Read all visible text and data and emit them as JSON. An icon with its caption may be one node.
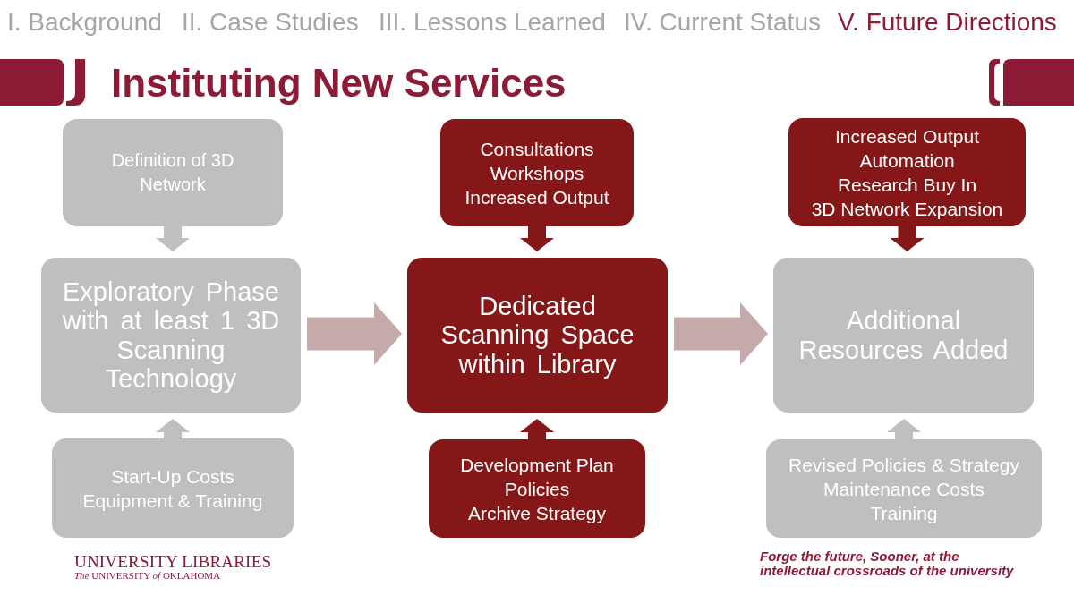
{
  "diagram": {
    "title": "Instituting New Services",
    "nodes": [
      {
        "text": [
          "Definition of 3D Network"
        ]
      },
      {
        "text": [
          "Exploratory Phase with at least 1 3D Scanning Technology"
        ]
      },
      {
        "text": [
          "Start-Up Costs",
          "Equipment & Training"
        ]
      },
      {
        "text": [
          "Consultations",
          "Workshops",
          "Increased Output"
        ]
      },
      {
        "text": [
          "Dedicated Scanning Space within Library"
        ]
      },
      {
        "text": [
          "Development Plan",
          "Policies",
          "Archive Strategy"
        ]
      },
      {
        "text": [
          "Increased Output",
          "Automation",
          "Research Buy In",
          "3D Network Expansion"
        ]
      },
      {
        "text": [
          "Additional Resources Added"
        ]
      },
      {
        "text": [
          "Revised Policies & Strategy",
          "Maintenance Costs",
          "Training"
        ]
      }
    ],
    "edges": [
      {
        "from": 0,
        "to": 1,
        "arrow": "to",
        "color": "#bfbfbf"
      },
      {
        "from": 2,
        "to": 1,
        "arrow": "to",
        "color": "#bfbfbf"
      },
      {
        "from": 1,
        "to": 4,
        "arrow": "to",
        "style": "thick",
        "color": "#c6aaaa"
      },
      {
        "from": 3,
        "to": 4,
        "arrow": "to",
        "color": "#861718"
      },
      {
        "from": 5,
        "to": 4,
        "arrow": "to",
        "color": "#861718"
      },
      {
        "from": 4,
        "to": 7,
        "arrow": "to",
        "style": "thick",
        "color": "#c6aaaa"
      },
      {
        "from": 6,
        "to": 7,
        "arrow": "to",
        "color": "#861718"
      },
      {
        "from": 8,
        "to": 7,
        "arrow": "to",
        "color": "#bfbfbf"
      }
    ],
    "labels": [
      "I. Background",
      "II. Case Studies",
      "III. Lessons Learned",
      "IV. Current Status",
      "V. Future Directions",
      "UNIVERSITY LIBRARIES",
      "*The* UNIVERSITY *of* OKLAHOMA",
      "Forge the future, Sooner, at the intellectual crossroads of the university"
    ]
  }
}
